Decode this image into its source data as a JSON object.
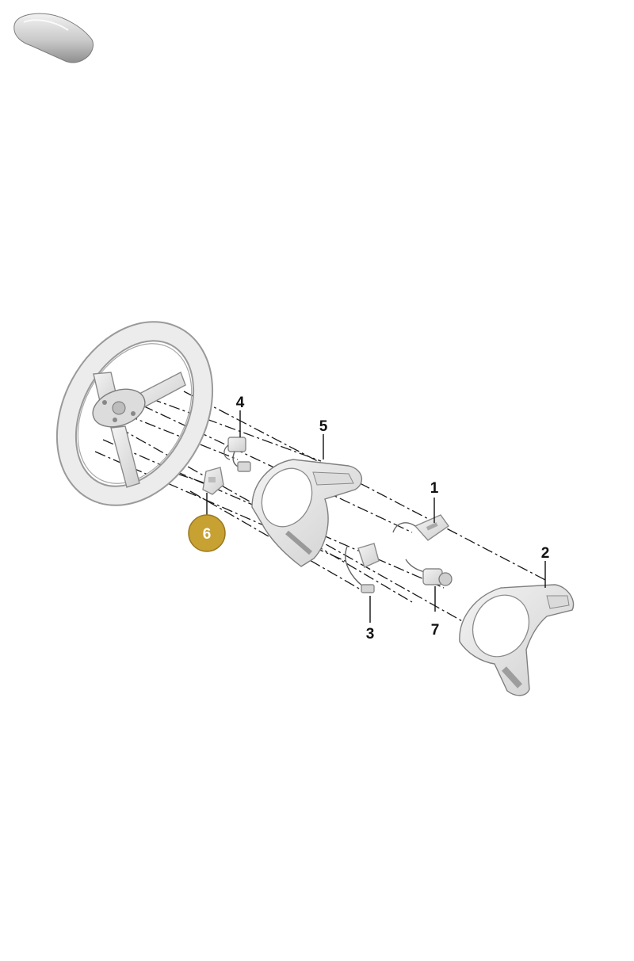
{
  "colors": {
    "highlight": "#c8a133",
    "highlight_border": "#9a7a1f",
    "part_fill": "#e4e4e4",
    "part_stroke": "#8a8a8a",
    "line": "#1a1a1a"
  },
  "icons": {
    "vehicle": "car-silhouette-icon"
  },
  "callouts": [
    {
      "id": "1",
      "label": "1",
      "part": "right-switch-module"
    },
    {
      "id": "2",
      "label": "2",
      "part": "steering-wheel-trim-cover"
    },
    {
      "id": "3",
      "label": "3",
      "part": "wiring-harness"
    },
    {
      "id": "4",
      "label": "4",
      "part": "switch-with-cable"
    },
    {
      "id": "5",
      "label": "5",
      "part": "lower-steering-wheel-cover"
    },
    {
      "id": "6",
      "label": "6",
      "part": "bracket",
      "highlighted": true
    },
    {
      "id": "7",
      "label": "7",
      "part": "rotary-switch"
    }
  ]
}
